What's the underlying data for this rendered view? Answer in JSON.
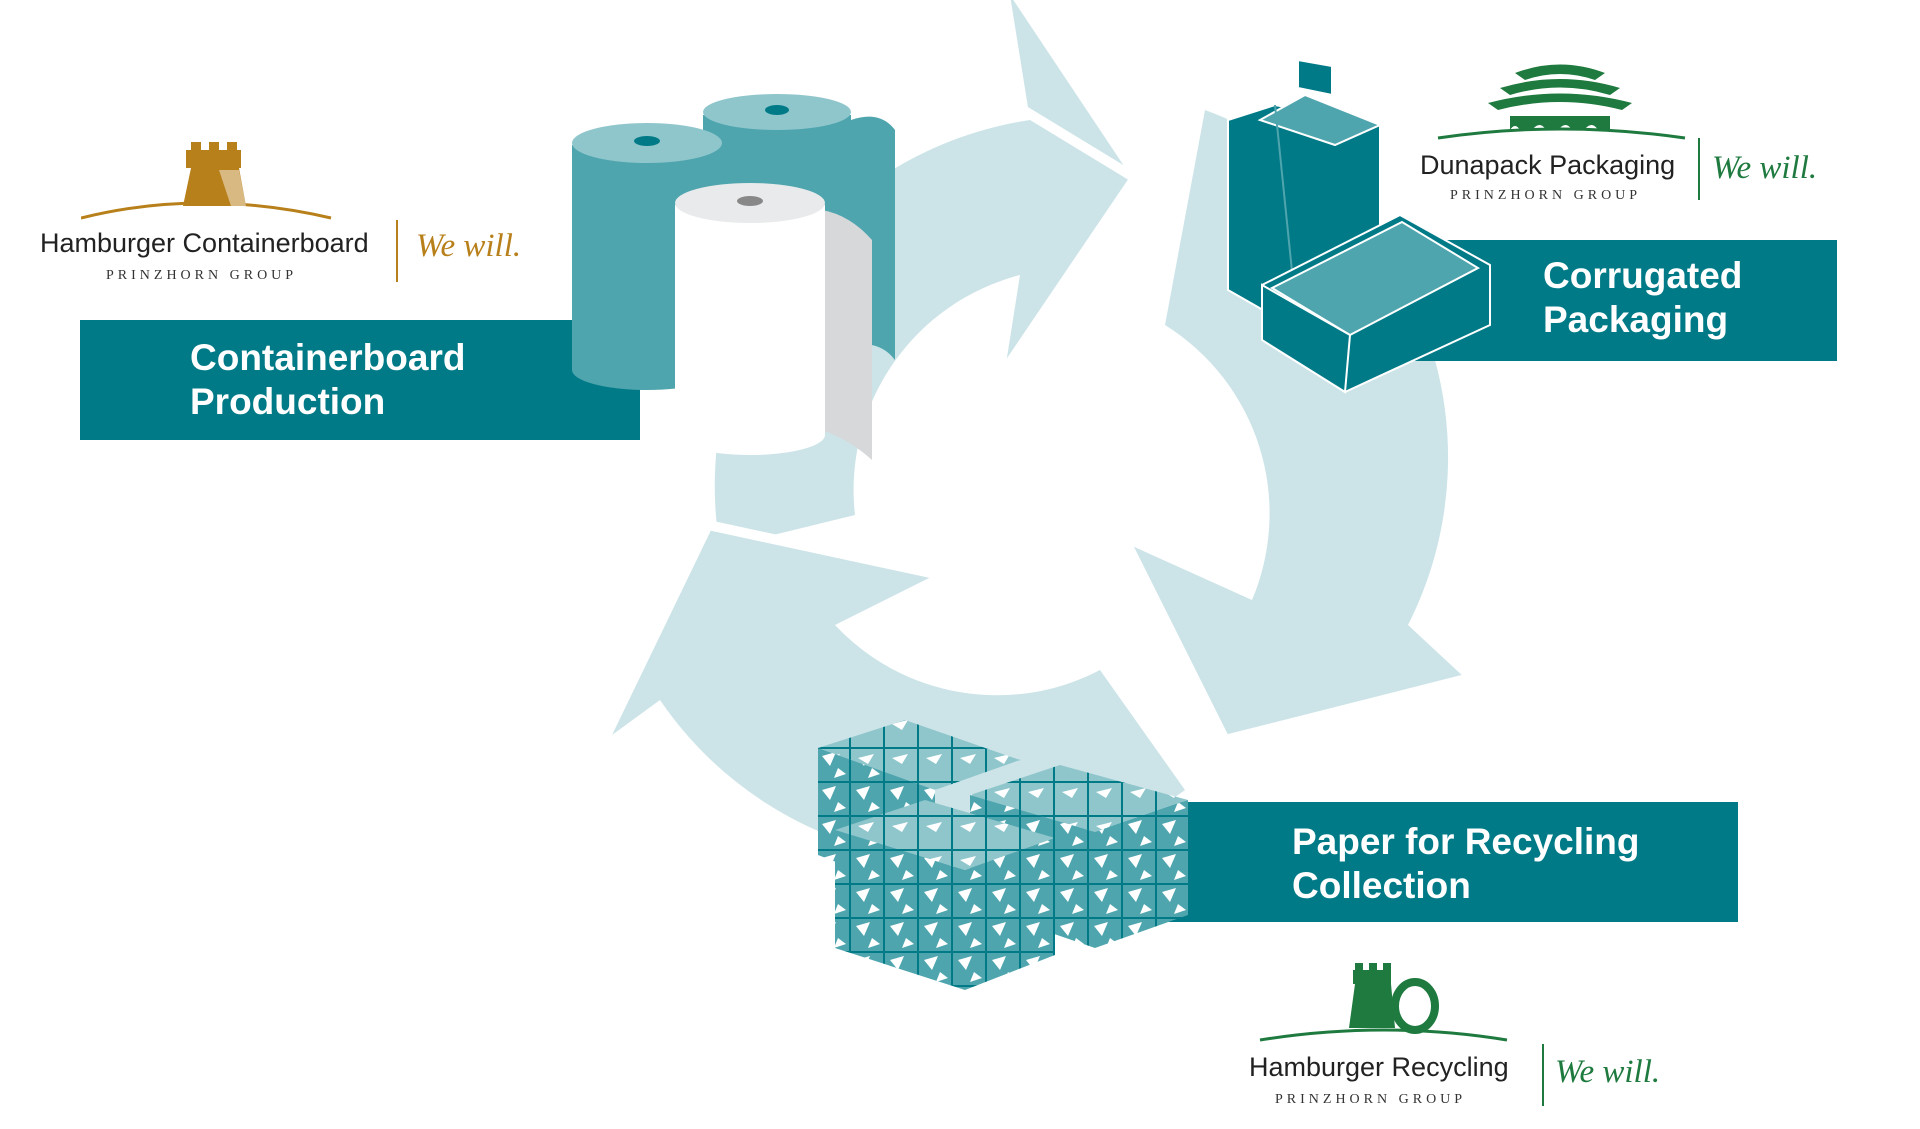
{
  "stages": {
    "containerboard": {
      "line1": "Containerboard",
      "line2": "Production"
    },
    "corrugated": {
      "line1": "Corrugated",
      "line2": "Packaging"
    },
    "recycling": {
      "line1": "Paper for Recycling",
      "line2": "Collection"
    }
  },
  "logos": {
    "hamburger_containerboard": {
      "brand": "Hamburger Containerboard",
      "group": "PRINZHORN GROUP",
      "slogan": "We will.",
      "color": "#b8801a",
      "icon": "castle-tower-icon"
    },
    "dunapack": {
      "brand": "Dunapack Packaging",
      "group": "PRINZHORN GROUP",
      "slogan": "We will.",
      "color": "#1e7a3e",
      "icon": "bridge-arches-icon"
    },
    "hamburger_recycling": {
      "brand": "Hamburger Recycling",
      "group": "PRINZHORN GROUP",
      "slogan": "We will.",
      "color": "#1e7a3e",
      "icon": "tower-recycling-icon"
    }
  },
  "colors": {
    "teal": "#007a87",
    "teal_light": "#4fa5ae",
    "cycle_arrows": "#cce4e8",
    "gold": "#b8801a",
    "green": "#1e7a3e"
  }
}
